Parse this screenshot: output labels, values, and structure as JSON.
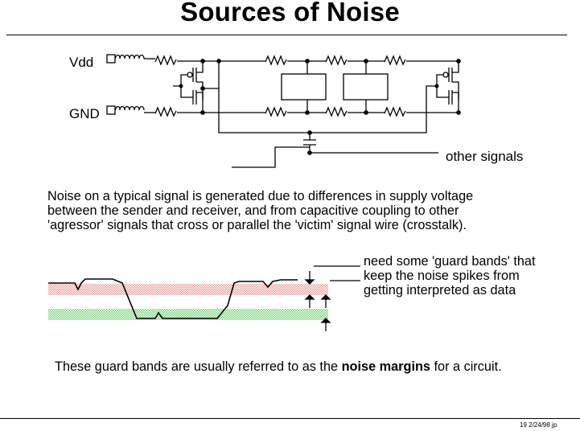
{
  "title": "Sources of Noise",
  "labels": {
    "vdd": "Vdd",
    "gnd": "GND",
    "other_signals": "other signals"
  },
  "paragraph": {
    "line1": "Noise on a typical signal is generated due to differences in supply voltage",
    "line2": "between the sender and receiver, and from capacitive coupling to other",
    "line3": "'agressor' signals that cross or parallel the 'victim' signal wire (crosstalk)."
  },
  "guard_note": {
    "line1": "need some 'guard bands' that",
    "line2": "keep the noise spikes from",
    "line3": "getting interpreted as data"
  },
  "margins_sentence": {
    "before": "These guard bands are usually referred to as the ",
    "bold": "noise margins",
    "after": " for a circuit."
  },
  "footer": "19  2/24/98  jp",
  "colors": {
    "high_band": "#e89a9a",
    "low_band": "#6fd06f"
  }
}
